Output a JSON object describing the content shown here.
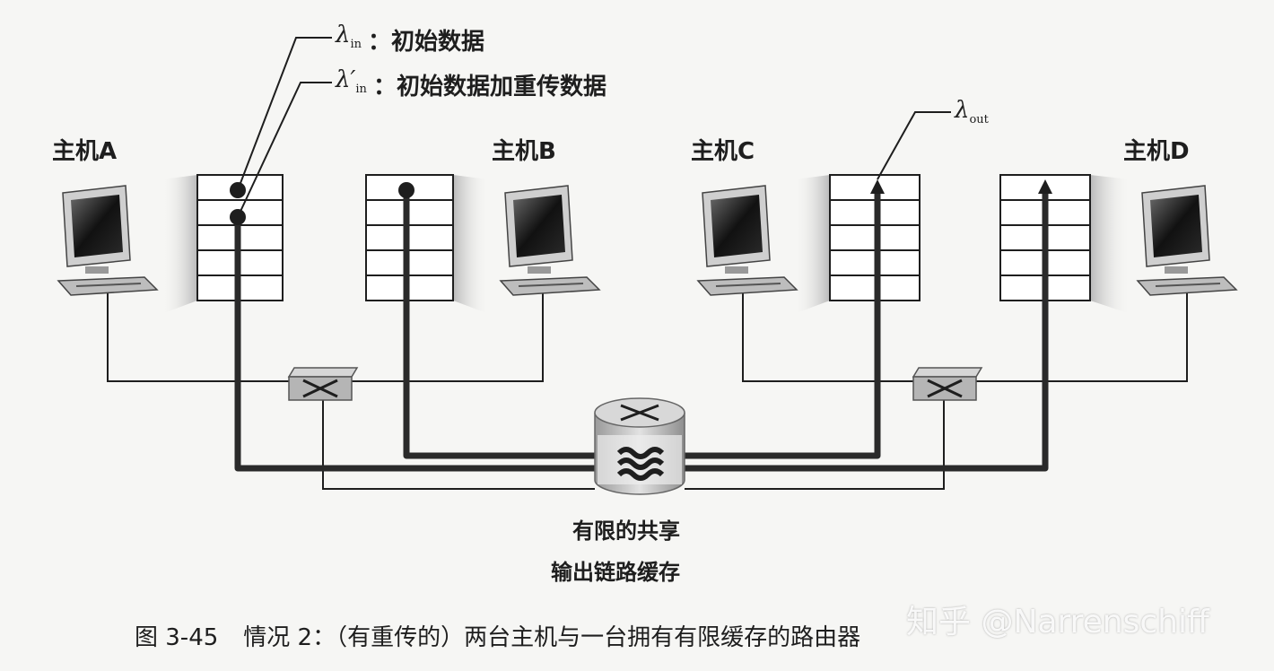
{
  "hosts": {
    "a": "主机A",
    "b": "主机B",
    "c": "主机C",
    "d": "主机D"
  },
  "legend": {
    "lambda_in": {
      "symbol": "λ",
      "sub": "in",
      "text": "：初始数据"
    },
    "lambda_in_prime": {
      "symbol": "λ′",
      "sub": "in",
      "text": "：初始数据加重传数据"
    },
    "lambda_out": {
      "symbol": "λ",
      "sub": "out"
    }
  },
  "router_buffer": {
    "line1": "有限的共享",
    "line2": "输出链路缓存"
  },
  "caption": {
    "figure_number": "图 3-45",
    "text": "情况 2：（有重传的）两台主机与一台拥有有限缓存的路由器"
  },
  "watermark": "知乎 @Narrenschiff"
}
